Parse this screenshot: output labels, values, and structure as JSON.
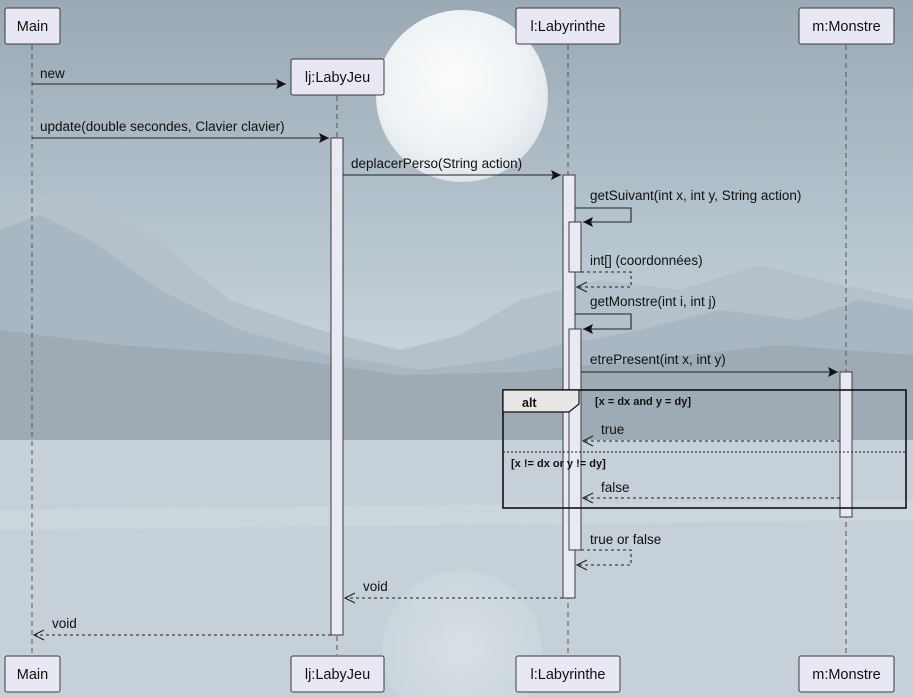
{
  "participants": [
    {
      "id": "main",
      "label": "Main"
    },
    {
      "id": "lj",
      "label": "lj:LabyJeu"
    },
    {
      "id": "l",
      "label": "l:Labyrinthe"
    },
    {
      "id": "m",
      "label": "m:Monstre"
    }
  ],
  "messages": {
    "new": "new",
    "update": "update(double secondes, Clavier clavier)",
    "deplacer": "deplacerPerso(String action)",
    "get_suivant": "getSuivant(int x, int y, String action)",
    "coordonnees": "int[] (coordonnées)",
    "get_monstre": "getMonstre(int i, int j)",
    "etre_present": "etrePresent(int x, int y)",
    "ret_true": "true",
    "ret_false": "false",
    "true_or_false": "true or false",
    "void_lj": "void",
    "void_main": "void"
  },
  "alt": {
    "keyword": "alt",
    "guard_1": "[x = dx and y = dy]",
    "guard_2": "[x != dx or y != dy]"
  }
}
